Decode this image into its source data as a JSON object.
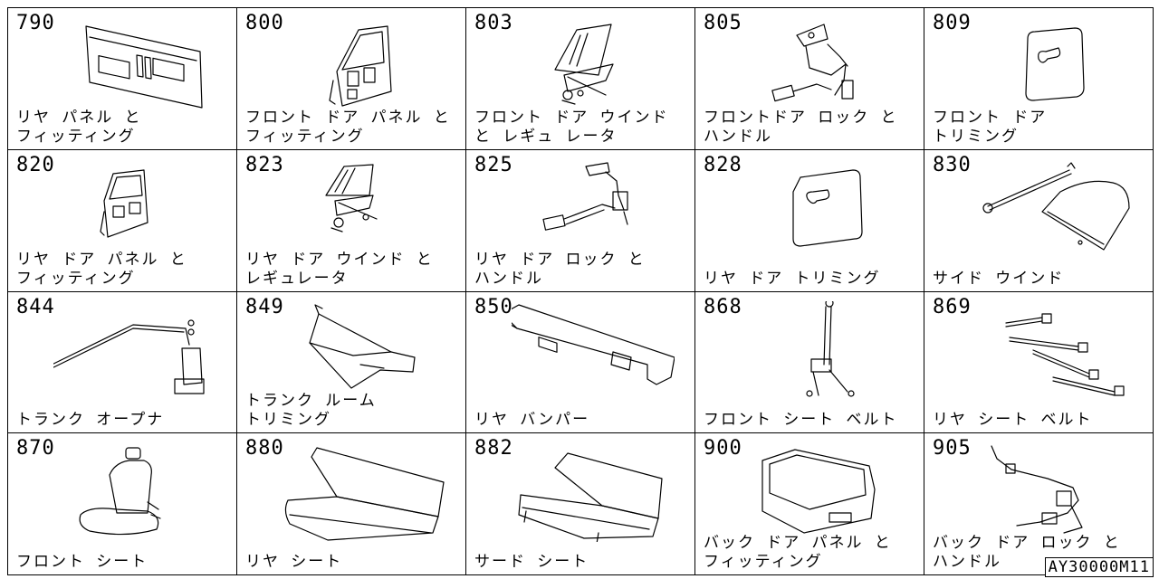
{
  "cells": [
    {
      "code": "790",
      "label": "リヤ パネル と\nフィッティング",
      "icon": "rear-panel"
    },
    {
      "code": "800",
      "label": "フロント ドア パネル と\nフィッティング",
      "icon": "front-door-panel"
    },
    {
      "code": "803",
      "label": "フロント ドア ウインド\nと レギュ レータ",
      "icon": "window-regulator"
    },
    {
      "code": "805",
      "label": "フロントドア ロック と\nハンドル",
      "icon": "door-lock"
    },
    {
      "code": "809",
      "label": "フロント ドア\nトリミング",
      "icon": "door-trim"
    },
    {
      "code": "820",
      "label": "リヤ ドア パネル と\nフィッティング",
      "icon": "rear-door-panel"
    },
    {
      "code": "823",
      "label": "リヤ ドア ウインド と\nレギュレータ",
      "icon": "window-regulator"
    },
    {
      "code": "825",
      "label": "リヤ ドア ロック と\nハンドル",
      "icon": "door-lock"
    },
    {
      "code": "828",
      "label": "リヤ ドア トリミング",
      "icon": "door-trim"
    },
    {
      "code": "830",
      "label": "サイド ウインド",
      "icon": "side-window"
    },
    {
      "code": "844",
      "label": "トランク オープナ",
      "icon": "trunk-opener"
    },
    {
      "code": "849",
      "label": "トランク ルーム\nトリミング",
      "icon": "trunk-trim"
    },
    {
      "code": "850",
      "label": "リヤ バンパー",
      "icon": "bumper"
    },
    {
      "code": "868",
      "label": "フロント シート ベルト",
      "icon": "seat-belt"
    },
    {
      "code": "869",
      "label": "リヤ シート ベルト",
      "icon": "rear-seat-belt"
    },
    {
      "code": "870",
      "label": "フロント シート",
      "icon": "front-seat"
    },
    {
      "code": "880",
      "label": "リヤ シート",
      "icon": "bench-seat"
    },
    {
      "code": "882",
      "label": "サード シート",
      "icon": "bench-seat"
    },
    {
      "code": "900",
      "label": "バック ドア パネル と\nフィッティング",
      "icon": "back-door"
    },
    {
      "code": "905",
      "label": "バック ドア ロック と\nハンドル",
      "icon": "back-door-lock"
    }
  ],
  "reference_code": "AY30000M11"
}
